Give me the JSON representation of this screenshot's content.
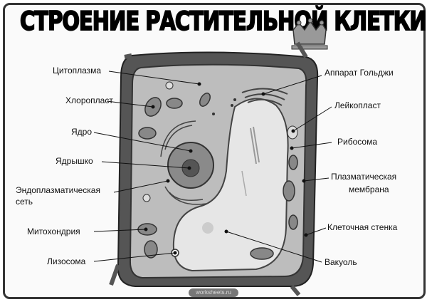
{
  "title": "СТРОЕНИЕ РАСТИТЕЛЬНОЙ КЛЕТКИ",
  "watermark": "worksheets.ru",
  "labels": {
    "cytoplasm": "Цитоплазма",
    "chloroplast": "Хлоропласт",
    "nucleus": "Ядро",
    "nucleolus": "Ядрышко",
    "er_line1": "Эндоплазматическая",
    "er_line2": "сеть",
    "mitochondrion": "Митохондрия",
    "lysosome": "Лизосома",
    "golgi": "Аппарат Гольджи",
    "leucoplast": "Лейкопласт",
    "ribosome": "Рибосома",
    "membrane_line1": "Плазматическая",
    "membrane_line2": "мембрана",
    "cell_wall": "Клеточная стенка",
    "vacuole": "Вакуоль"
  }
}
